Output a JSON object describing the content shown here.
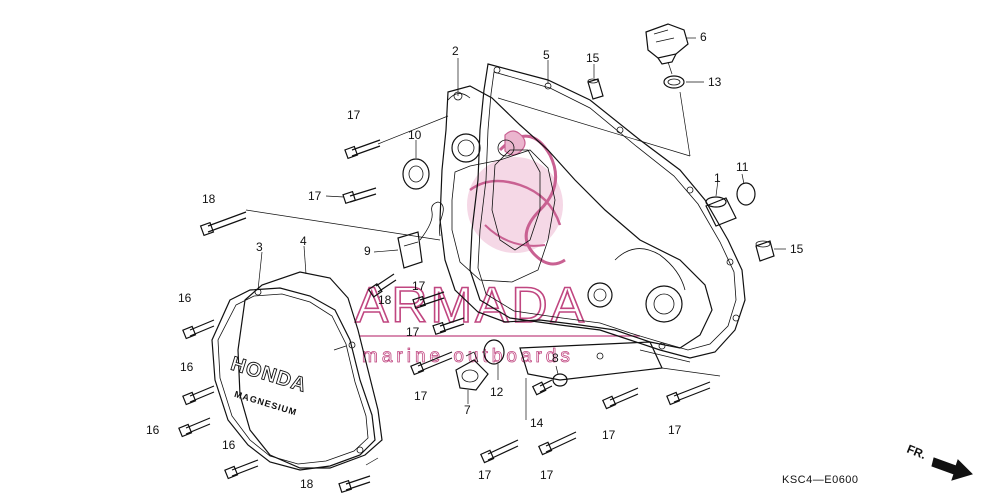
{
  "diagram": {
    "drawing_code": "KSC4—E0600",
    "direction_label": "FR.",
    "cover_emblem": {
      "brand": "HONDA",
      "material": "MAGNESIUM"
    },
    "watermark": {
      "brand": "ARMADA",
      "tagline": "marine outboards",
      "color": "#c04680"
    },
    "callouts": [
      {
        "id": "c-1",
        "text": "1"
      },
      {
        "id": "c-2",
        "text": "2"
      },
      {
        "id": "c-3",
        "text": "3"
      },
      {
        "id": "c-4",
        "text": "4"
      },
      {
        "id": "c-5",
        "text": "5"
      },
      {
        "id": "c-6",
        "text": "6"
      },
      {
        "id": "c-7",
        "text": "7"
      },
      {
        "id": "c-8",
        "text": "8"
      },
      {
        "id": "c-9",
        "text": "9"
      },
      {
        "id": "c-10",
        "text": "10"
      },
      {
        "id": "c-11",
        "text": "11"
      },
      {
        "id": "c-12",
        "text": "12"
      },
      {
        "id": "c-13",
        "text": "13"
      },
      {
        "id": "c-14",
        "text": "14"
      },
      {
        "id": "c-15a",
        "text": "15"
      },
      {
        "id": "c-15b",
        "text": "15"
      },
      {
        "id": "c-16a",
        "text": "16"
      },
      {
        "id": "c-16b",
        "text": "16"
      },
      {
        "id": "c-16c",
        "text": "16"
      },
      {
        "id": "c-16d",
        "text": "16"
      },
      {
        "id": "c-17a",
        "text": "17"
      },
      {
        "id": "c-17b",
        "text": "17"
      },
      {
        "id": "c-17c",
        "text": "17"
      },
      {
        "id": "c-17d",
        "text": "17"
      },
      {
        "id": "c-17e",
        "text": "17"
      },
      {
        "id": "c-17f",
        "text": "17"
      },
      {
        "id": "c-17g",
        "text": "17"
      },
      {
        "id": "c-17h",
        "text": "17"
      },
      {
        "id": "c-17i",
        "text": "17"
      },
      {
        "id": "c-18a",
        "text": "18"
      },
      {
        "id": "c-18b",
        "text": "18"
      },
      {
        "id": "c-18c",
        "text": "18"
      }
    ]
  }
}
